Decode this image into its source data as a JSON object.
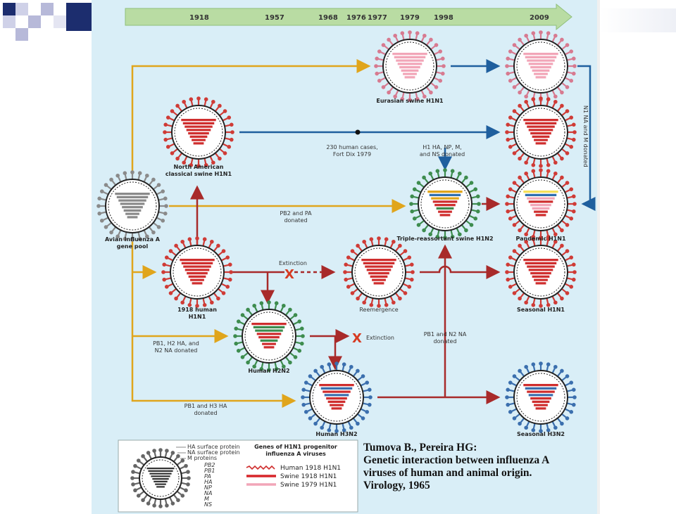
{
  "timeline": {
    "years": [
      "1918",
      "1957",
      "1968",
      "1976",
      "1977",
      "1979",
      "1998",
      "2009"
    ]
  },
  "nodes": {
    "avian": [
      "Avian influenza A",
      "gene pool"
    ],
    "na_classical": [
      "North American",
      "classical swine H1N1"
    ],
    "eurasian": [
      "Eurasian swine H1N1"
    ],
    "human1918": [
      "1918 human",
      "H1N1"
    ],
    "reemergence": [
      "Reemergence"
    ],
    "h2n2": [
      "Human H2N2"
    ],
    "h3n2": [
      "Human H3N2"
    ],
    "triple": [
      "Triple-reassortant swine H1N2"
    ],
    "pandemic": [
      "Pandemic H1N1"
    ],
    "seasonal_h1n1": [
      "Seasonal H1N1"
    ],
    "seasonal_h3n2": [
      "Seasonal H3N2"
    ]
  },
  "notes": {
    "fortdix": [
      "230 human cases,",
      "Fort Dix 1979"
    ],
    "h1ha": [
      "H1 HA, NP, M,",
      "and NS donated"
    ],
    "pb2pa": [
      "PB2 and PA",
      "donated"
    ],
    "extinction1": "Extinction",
    "extinction2": "Extinction",
    "pb1h2": [
      "PB1, H2 HA, and",
      "N2 NA donated"
    ],
    "pb1h3": [
      "PB1 and H3 HA",
      "donated"
    ],
    "pb1n2": [
      "PB1 and N2 NA",
      "donated"
    ],
    "n1na": "N1 NA and M donated"
  },
  "legend": {
    "proteins": [
      "HA surface protein",
      "NA surface protein",
      "M proteins"
    ],
    "genes": [
      "PB2",
      "PB1",
      "PA",
      "HA",
      "NP",
      "NA",
      "M",
      "NS"
    ],
    "title": [
      "Genes of H1N1 progenitor",
      "influenza A viruses"
    ],
    "items": [
      {
        "label": "Human 1918 H1N1",
        "color": "#cf2e2e"
      },
      {
        "label": "Swine 1918 H1N1",
        "color": "#d7262a"
      },
      {
        "label": "Swine 1979 H1N1",
        "color": "#f2a6b8"
      }
    ]
  },
  "citation": [
    "Tumova B., Pereira HG:",
    "Genetic interaction between influenza A",
    "viruses of human and animal origin.",
    "Virology, 1965"
  ],
  "colors": {
    "panel": "#d9eef7",
    "timeline": "#b9dca3",
    "avian_arrow": "#e0a51c",
    "red_arrow": "#a82a2a",
    "blue_arrow": "#1f5f9e",
    "human_red": "#cf2e2e",
    "swine_pink": "#f2a6b8",
    "avian_grey": "#8a8a8a",
    "h2_green": "#3d8c4e",
    "h3_blue": "#3b6fae",
    "deco_navy": "#1c2d6e",
    "deco_lilac": "#b7b9d9"
  }
}
